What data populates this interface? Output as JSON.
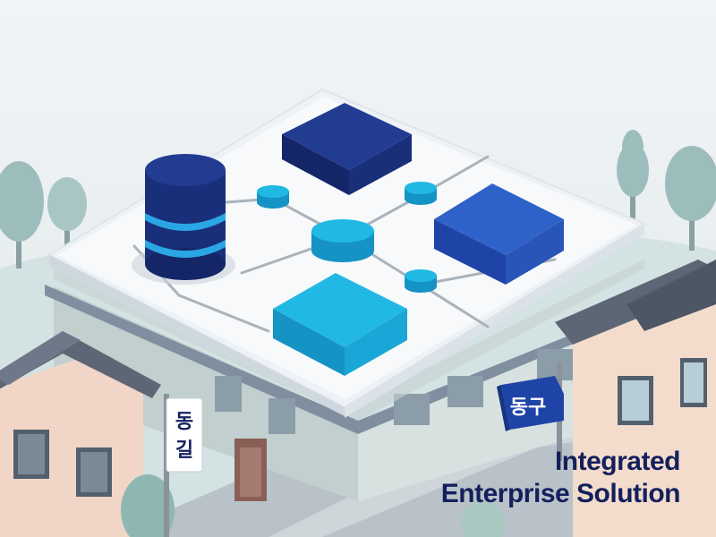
{
  "signs": {
    "left_sign_text_top": "동",
    "left_sign_text_bottom": "길",
    "right_sign_text": "동구"
  },
  "headline": {
    "line1": "Integrated",
    "line2": "Enterprise Solution"
  },
  "colors": {
    "sky": "#e8eef0",
    "platform": "#f7f9fb",
    "navy": "#1a2f7a",
    "royal_blue": "#2f62c9",
    "cyan": "#18b2dd",
    "headline_text": "#13205c"
  }
}
